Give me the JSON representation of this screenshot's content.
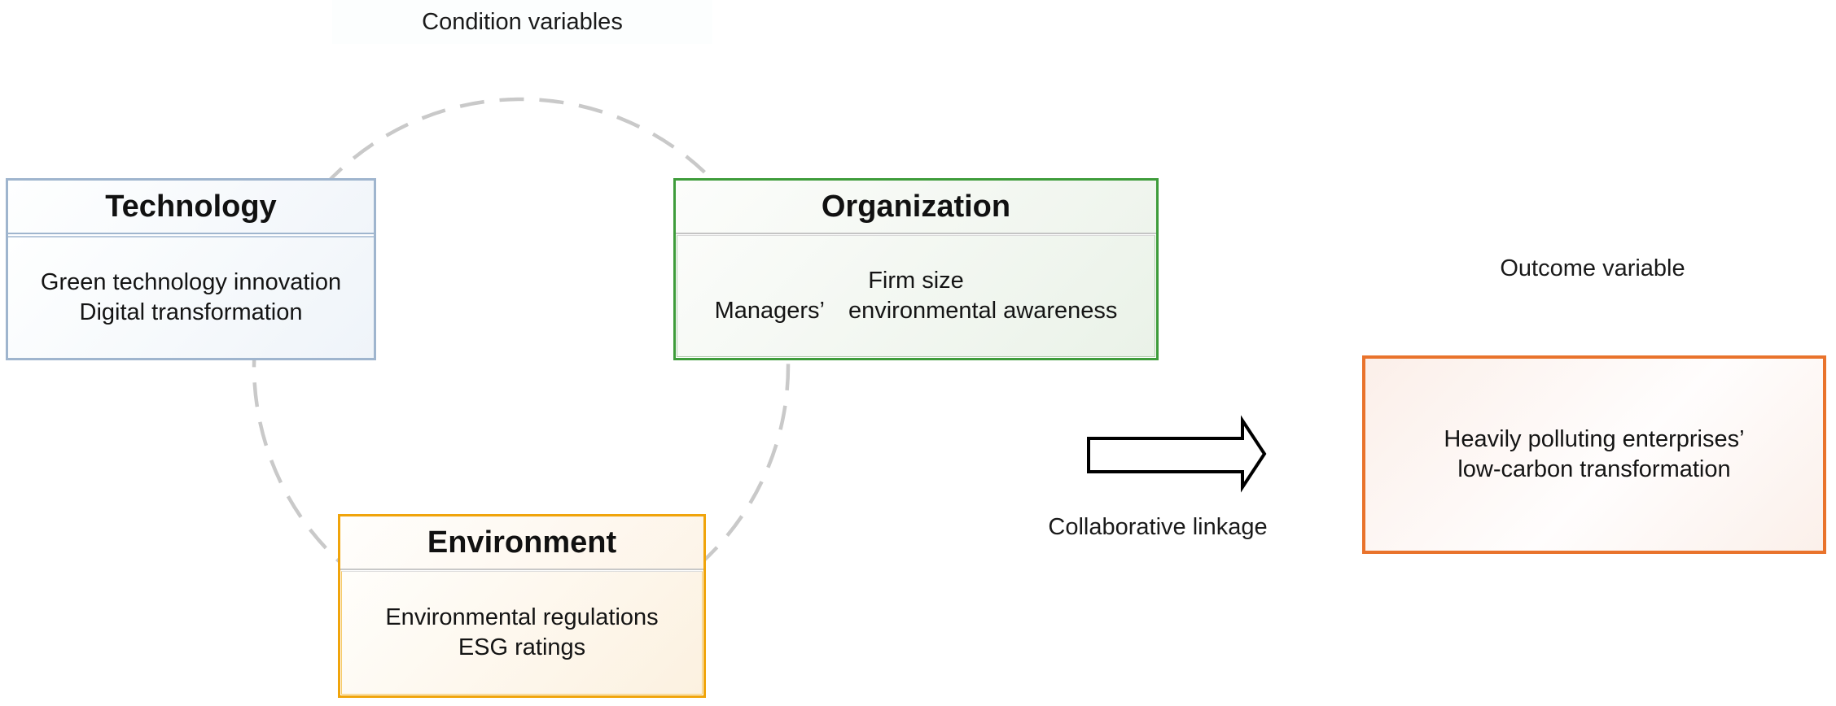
{
  "page": {
    "background_color": "#FFFFFF"
  },
  "labels": {
    "condition_variables": "Condition variables",
    "outcome_variable": "Outcome variable",
    "collaborative_linkage": "Collaborative linkage"
  },
  "boxes": {
    "technology": {
      "title": "Technology",
      "lines": [
        "Green technology innovation",
        "Digital transformation"
      ],
      "accent_color": "#9FB5CE"
    },
    "organization": {
      "title": "Organization",
      "lines": [
        "Firm size",
        "Managers’ environmental awareness"
      ],
      "accent_color": "#3E9C3B"
    },
    "environment": {
      "title": "Environment",
      "lines": [
        "Environmental regulations",
        "ESG ratings"
      ],
      "accent_color": "#F0A40B"
    },
    "outcome": {
      "lines": [
        "Heavily polluting enterprises’",
        "low-carbon transformation"
      ],
      "accent_color": "#E9732C"
    }
  },
  "shapes": {
    "dashed_circle_color": "#C9C9C9",
    "arrow_outline_color": "#000000",
    "arrow_fill_color": "#FFFFFF"
  }
}
